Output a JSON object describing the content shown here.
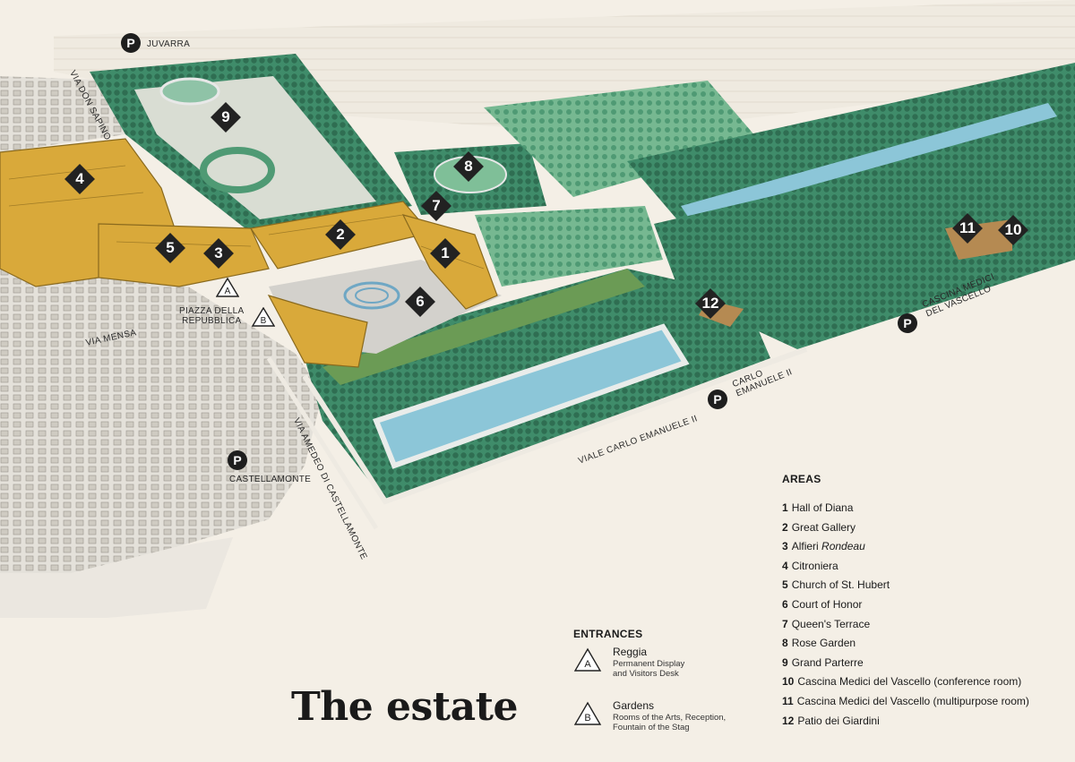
{
  "title": "The estate",
  "parking": [
    {
      "label": "JUVARRA"
    },
    {
      "label": "CASCINA MEDICI\nDEL VASCELLO"
    },
    {
      "label": "CARLO\nEMANUELE II"
    },
    {
      "label": "CASTELLAMONTE"
    }
  ],
  "parking_glyph": "P",
  "place_labels": {
    "piazza": "PIAZZA DELLA\nREPUBBLICA"
  },
  "streets": [
    "VIA DON SAPINO",
    "VIA MENSA",
    "VIA AMEDEO DI CASTELLAMONTE",
    "VIALE CARLO EMANUELE II"
  ],
  "markers": [
    "1",
    "2",
    "3",
    "4",
    "5",
    "6",
    "7",
    "8",
    "9",
    "10",
    "11",
    "12"
  ],
  "entrances": {
    "heading": "ENTRANCES",
    "items": [
      {
        "letter": "A",
        "name": "Reggia",
        "desc": "Permanent Display\nand Visitors Desk"
      },
      {
        "letter": "B",
        "name": "Gardens",
        "desc": "Rooms of the Arts, Reception,\nFountain of the Stag"
      }
    ]
  },
  "areas": {
    "heading": "AREAS",
    "items": [
      {
        "num": "1",
        "name": "Hall of Diana",
        "em": ""
      },
      {
        "num": "2",
        "name": "Great Gallery",
        "em": ""
      },
      {
        "num": "3",
        "name": "Alfieri ",
        "em": "Rondeau"
      },
      {
        "num": "4",
        "name": "Citroniera",
        "em": ""
      },
      {
        "num": "5",
        "name": "Church of St. Hubert",
        "em": ""
      },
      {
        "num": "6",
        "name": "Court of Honor",
        "em": ""
      },
      {
        "num": "7",
        "name": "Queen's Terrace",
        "em": ""
      },
      {
        "num": "8",
        "name": "Rose Garden",
        "em": ""
      },
      {
        "num": "9",
        "name": "Grand Parterre",
        "em": ""
      },
      {
        "num": "10",
        "name": "Cascina Medici del Vascello (conference room)",
        "em": ""
      },
      {
        "num": "11",
        "name": "Cascina Medici del Vascello (multipurpose room)",
        "em": ""
      },
      {
        "num": "12",
        "name": "Patio dei Giardini",
        "em": ""
      }
    ]
  },
  "colors": {
    "background": "#f4efe6",
    "palace": "#d9a93a",
    "garden": "#3f8c6a",
    "garden_light": "#6fb58e",
    "water": "#8cc6d8",
    "town": "#d9d6cf",
    "marker": "#222222"
  }
}
